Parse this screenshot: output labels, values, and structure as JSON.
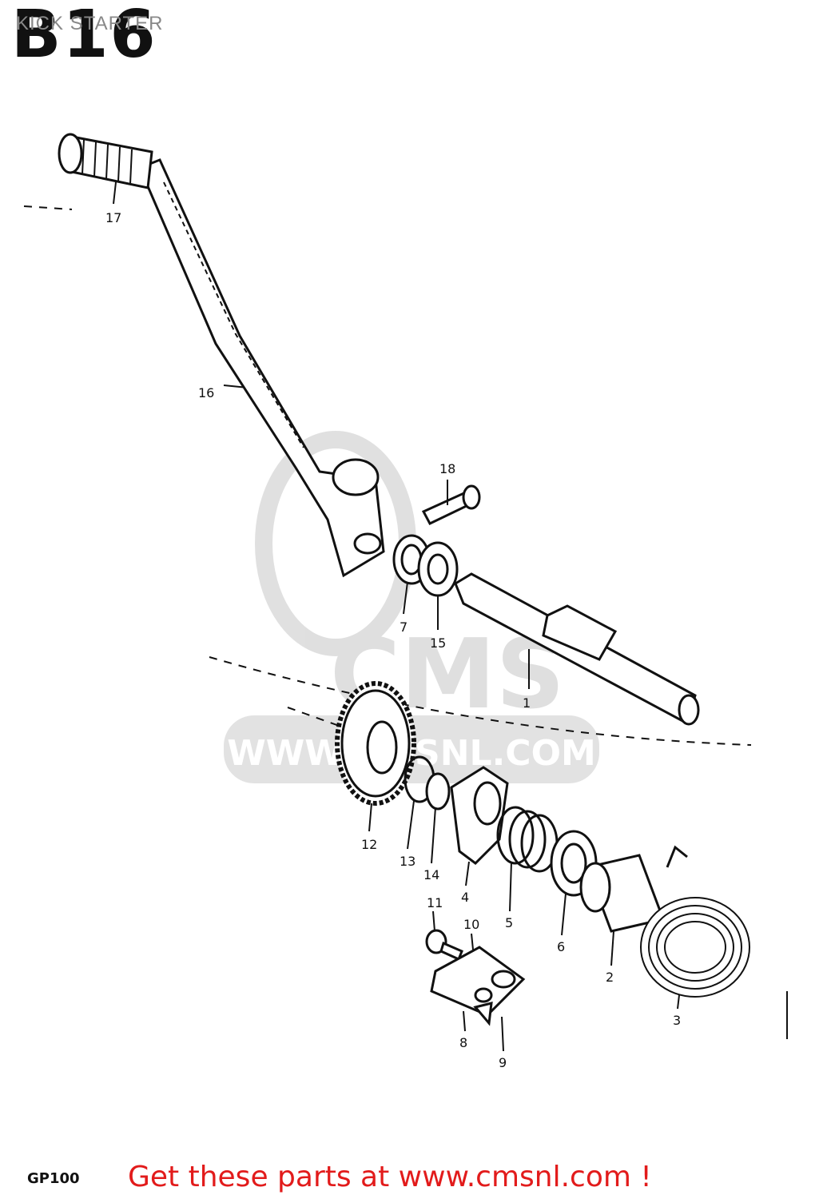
{
  "header": {
    "section_code": "B16",
    "section_title": "KICK STARTER"
  },
  "footer": {
    "model": "GP100",
    "promo": "Get these parts at www.cmsnl.com !"
  },
  "watermark": {
    "brand": "CMS",
    "url": "WWW.CMSNL.COM"
  },
  "callouts": [
    "1",
    "2",
    "3",
    "4",
    "5",
    "6",
    "7",
    "8",
    "9",
    "10",
    "11",
    "12",
    "13",
    "14",
    "15",
    "16",
    "17",
    "18"
  ]
}
